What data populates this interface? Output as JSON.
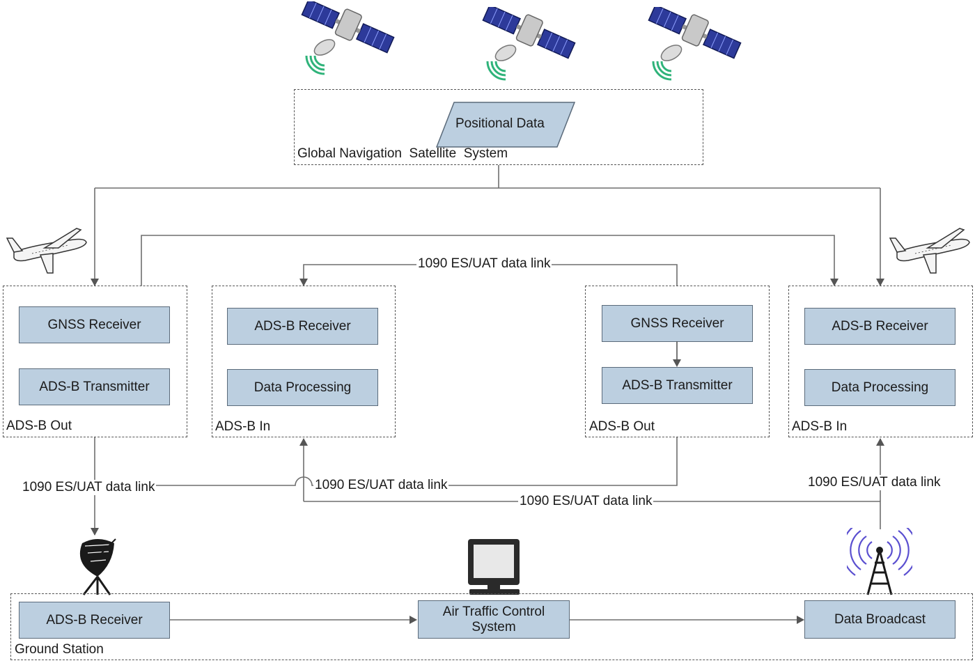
{
  "gnss": {
    "label": "Global Navigation  Satellite  System",
    "positional": "Positional Data"
  },
  "aircraft_left_out": {
    "label": "ADS-B Out",
    "box1": "GNSS Receiver",
    "box2": "ADS-B Transmitter"
  },
  "aircraft_left_in": {
    "label": "ADS-B In",
    "box1": "ADS-B Receiver",
    "box2": "Data Processing"
  },
  "aircraft_right_out": {
    "label": "ADS-B Out",
    "box1": "GNSS Receiver",
    "box2": "ADS-B Transmitter"
  },
  "aircraft_right_in": {
    "label": "ADS-B In",
    "box1": "ADS-B Receiver",
    "box2": "Data Processing"
  },
  "links": {
    "top": "1090 ES/UAT data link",
    "left_down": "1090 ES/UAT data link",
    "middle": "1090 ES/UAT data link",
    "bottom": "1090 ES/UAT data link",
    "right_up": "1090 ES/UAT data link"
  },
  "ground": {
    "label": "Ground Station",
    "receiver": "ADS-B Receiver",
    "atc_line1": "Air Traffic Control",
    "atc_line2": "System",
    "broadcast": "Data Broadcast"
  },
  "icons": [
    "satellite-icon",
    "satellite-icon",
    "satellite-icon",
    "airplane-icon",
    "airplane-icon",
    "satellite-dish-icon",
    "computer-monitor-icon",
    "radio-tower-icon"
  ],
  "colors": {
    "box_fill": "#bccfe0",
    "box_border": "#5a6a7a",
    "line": "#6e6e6e",
    "signal": "#2fb37a",
    "tower_wave": "#5a4fd0"
  }
}
